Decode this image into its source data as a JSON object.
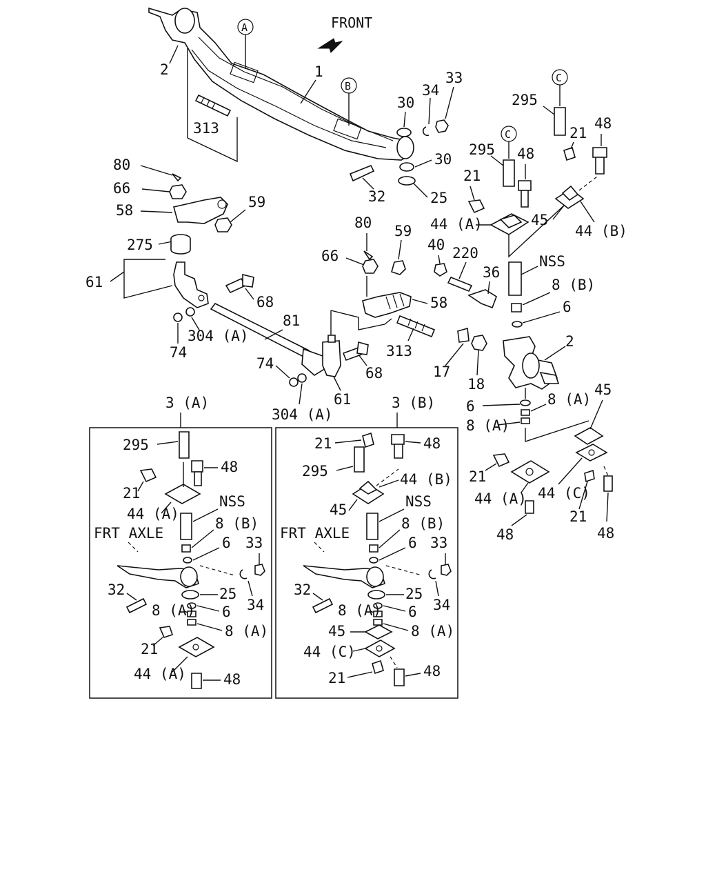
{
  "main": {
    "front_label": "FRONT",
    "refs": {
      "a": "A",
      "b": "B",
      "c": "C"
    },
    "labels": {
      "l1": "1",
      "l2a": "2",
      "l2b": "2",
      "l313a": "313",
      "l313b": "313",
      "l80a": "80",
      "l80b": "80",
      "l66a": "66",
      "l66b": "66",
      "l58a": "58",
      "l58b": "58",
      "l59a": "59",
      "l59b": "59",
      "l275": "275",
      "l61a": "61",
      "l61b": "61",
      "l68a": "68",
      "l68b": "68",
      "l81": "81",
      "l304a": "304 (A)",
      "l304b": "304 (A)",
      "l74a": "74",
      "l74b": "74",
      "l30a": "30",
      "l30b": "30",
      "l34": "34",
      "l33": "33",
      "l32": "32",
      "l25": "25",
      "l295a": "295",
      "l295b": "295",
      "l48a": "48",
      "l48b": "48",
      "l48c": "48",
      "l48d": "48",
      "l21a": "21",
      "l21b": "21",
      "l21c": "21",
      "l21d": "21",
      "l44a1": "44 (A)",
      "l44b1": "44 (B)",
      "l45a": "45",
      "l40": "40",
      "l220": "220",
      "l36": "36",
      "lnss": "NSS",
      "l8b": "8 (B)",
      "l6a": "6",
      "l17": "17",
      "l18": "18",
      "l6b": "6",
      "l8a1": "8 (A)",
      "l8a2": "8 (A)",
      "l45b": "45",
      "l44a2": "44 (A)",
      "l44c": "44 (C)"
    }
  },
  "box_a": {
    "title": "3 (A)",
    "frt_axle": "FRT  AXLE",
    "labels": {
      "l295": "295",
      "l48a": "48",
      "l21a": "21",
      "l44a": "44 (A)",
      "lnss": "NSS",
      "l8b": "8 (B)",
      "l6a": "6",
      "l33": "33",
      "l34": "34",
      "l32": "32",
      "l25": "25",
      "l8a1": "8 (A)",
      "l6b": "6",
      "l8a2": "8 (A)",
      "l21b": "21",
      "l44a2": "44 (A)",
      "l48b": "48"
    }
  },
  "box_b": {
    "title": "3 (B)",
    "frt_axle": "FRT  AXLE",
    "labels": {
      "l21a": "21",
      "l48a": "48",
      "l295": "295",
      "l44b": "44 (B)",
      "l45a": "45",
      "lnss": "NSS",
      "l8b": "8 (B)",
      "l6a": "6",
      "l33": "33",
      "l34": "34",
      "l32": "32",
      "l25": "25",
      "l8a1": "8 (A)",
      "l6b": "6",
      "l8a2": "8 (A)",
      "l45b": "45",
      "l44c": "44 (C)",
      "l21b": "21",
      "l48b": "48"
    }
  }
}
